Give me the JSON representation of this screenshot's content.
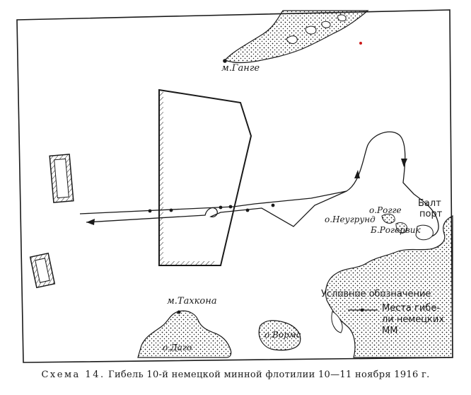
{
  "labels": {
    "cape_hanko": "м.Ганге",
    "cape_takhkona": "м.Тахкона",
    "island_dago": "о.Даго",
    "island_vorms": "о.Вормс",
    "island_neugrund": "о.Неугрунд",
    "island_rogge": "о.Рогге",
    "baltic_port_line1": "Балт",
    "baltic_port_line2": "порт",
    "bay_rogervik": "Б.Рогервик"
  },
  "legend": {
    "title": "Условное обозначение",
    "item_line1": "Места гибе-",
    "item_line2": "ли немецких",
    "item_line3": "ММ"
  },
  "caption": {
    "lead": "Схема 14.",
    "text": "Гибель 10-й немецкой минной флотилии 10—11 ноября 1916 г."
  },
  "colors": {
    "ink": "#1a1a1a",
    "paper": "#ffffff",
    "speck": "#cc1a1a"
  }
}
